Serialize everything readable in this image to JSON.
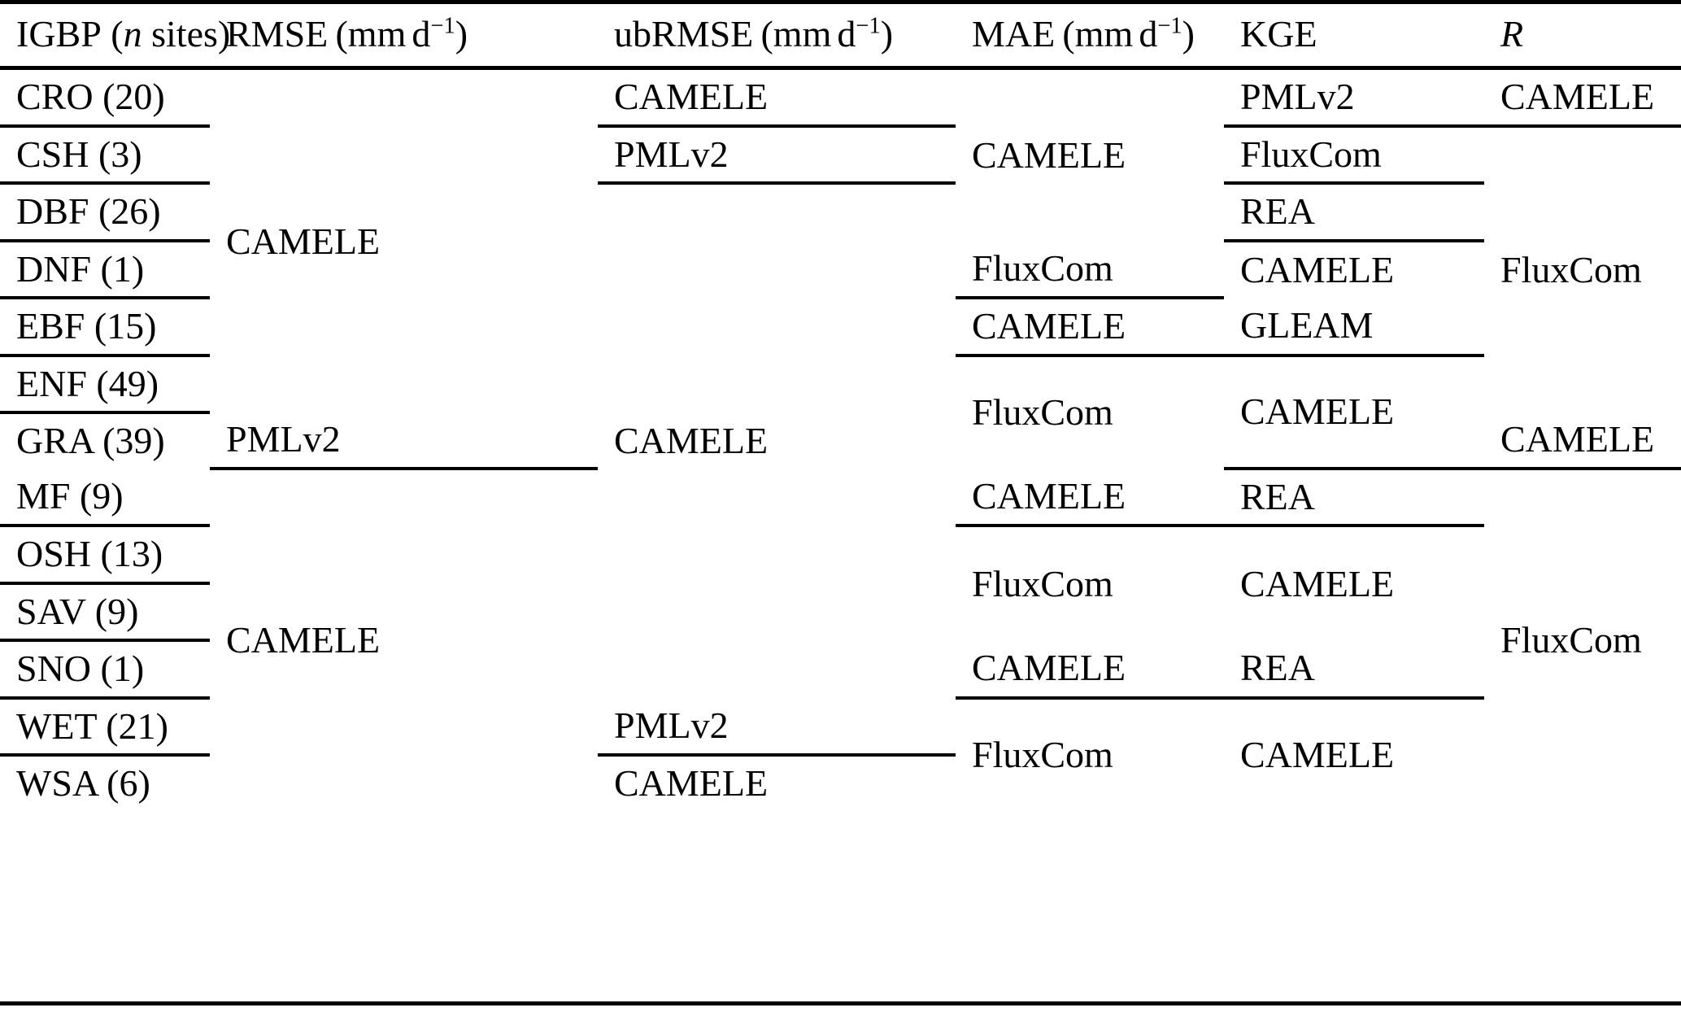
{
  "table": {
    "columns": [
      {
        "key": "igbp",
        "label_prefix": "IGBP (",
        "label_italic": "n",
        "label_suffix": " sites)"
      },
      {
        "key": "rmse",
        "label_prefix": "RMSE (mm",
        "unit": "d",
        "exponent": "−1",
        "label_suffix": ")"
      },
      {
        "key": "ubrmse",
        "label_prefix": "ubRMSE (mm",
        "unit": "d",
        "exponent": "−1",
        "label_suffix": ")"
      },
      {
        "key": "mae",
        "label_prefix": "MAE (mm",
        "unit": "d",
        "exponent": "−1",
        "label_suffix": ")"
      },
      {
        "key": "kge",
        "label_prefix": "KGE"
      },
      {
        "key": "r",
        "label_italic": "R"
      }
    ],
    "header_labels": {
      "igbp": "IGBP (n sites)",
      "rmse": "RMSE (mm d−1)",
      "ubrmse": "ubRMSE (mm d−1)",
      "mae": "MAE (mm d−1)",
      "kge": "KGE",
      "r": "R"
    },
    "rows": [
      {
        "igbp": "CRO (20)"
      },
      {
        "igbp": "CSH (3)"
      },
      {
        "igbp": "DBF (26)"
      },
      {
        "igbp": "DNF (1)"
      },
      {
        "igbp": "EBF (15)"
      },
      {
        "igbp": "ENF (49)"
      },
      {
        "igbp": "GRA (39)"
      },
      {
        "igbp": "MF (9)"
      },
      {
        "igbp": "OSH (13)"
      },
      {
        "igbp": "SAV (9)"
      },
      {
        "igbp": "SNO (1)"
      },
      {
        "igbp": "WET (21)"
      },
      {
        "igbp": "WSA (6)"
      }
    ],
    "rmse_cells": [
      {
        "value": "CAMELE",
        "rowspan": 6
      },
      {
        "value": "PMLv2",
        "rowspan": 1
      },
      {
        "value": "CAMELE",
        "rowspan": 6
      }
    ],
    "ubrmse_cells": [
      {
        "value": "CAMELE",
        "rowspan": 1
      },
      {
        "value": "PMLv2",
        "rowspan": 1
      },
      {
        "value": "CAMELE",
        "rowspan": 9
      },
      {
        "value": "PMLv2",
        "rowspan": 1
      },
      {
        "value": "CAMELE",
        "rowspan": 1
      }
    ],
    "mae_cells": [
      {
        "value": "CAMELE",
        "rowspan": 3
      },
      {
        "value": "FluxCom",
        "rowspan": 1
      },
      {
        "value": "CAMELE",
        "rowspan": 1
      },
      {
        "value": "FluxCom",
        "rowspan": 2
      },
      {
        "value": "CAMELE",
        "rowspan": 1
      },
      {
        "value": "FluxCom",
        "rowspan": 2
      },
      {
        "value": "CAMELE",
        "rowspan": 1
      },
      {
        "value": "FluxCom",
        "rowspan": 2
      }
    ],
    "kge_cells": [
      {
        "value": "PMLv2",
        "rowspan": 1
      },
      {
        "value": "FluxCom",
        "rowspan": 1
      },
      {
        "value": "REA",
        "rowspan": 1
      },
      {
        "value": "CAMELE",
        "rowspan": 1
      },
      {
        "value": "GLEAM",
        "rowspan": 1
      },
      {
        "value": "CAMELE",
        "rowspan": 2
      },
      {
        "value": "REA",
        "rowspan": 1
      },
      {
        "value": "CAMELE",
        "rowspan": 2
      },
      {
        "value": "REA",
        "rowspan": 1
      },
      {
        "value": "CAMELE",
        "rowspan": 2
      }
    ],
    "r_cells": [
      {
        "value": "CAMELE",
        "rowspan": 1
      },
      {
        "value": "FluxCom",
        "rowspan": 5
      },
      {
        "value": "CAMELE",
        "rowspan": 1
      },
      {
        "value": "FluxCom",
        "rowspan": 6
      }
    ]
  },
  "style": {
    "text_color": "#000000",
    "background": "#ffffff",
    "rule_color": "#000000"
  }
}
